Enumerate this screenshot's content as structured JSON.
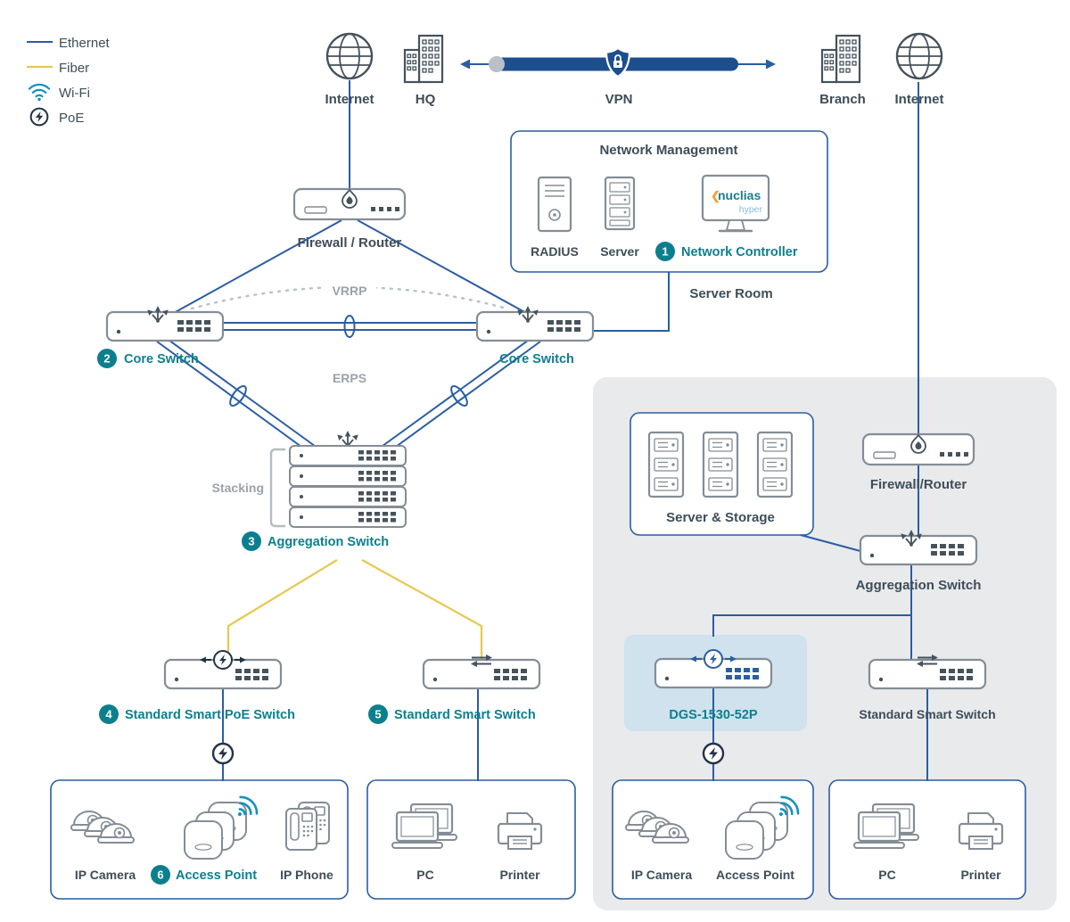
{
  "legend": {
    "ethernet": "Ethernet",
    "fiber": "Fiber",
    "wifi": "Wi-Fi",
    "poe": "PoE"
  },
  "top": {
    "internet_left": "Internet",
    "hq": "HQ",
    "vpn": "VPN",
    "branch": "Branch",
    "internet_right": "Internet"
  },
  "badges": {
    "controller": "1",
    "core": "2",
    "aggregation": "3",
    "poe_switch": "4",
    "smart_switch": "5",
    "access_point": "6"
  },
  "management": {
    "title": "Network Management",
    "radius": "RADIUS",
    "server": "Server",
    "controller": "Network Controller",
    "server_room": "Server Room",
    "logo_mark": "❮",
    "logo": "nuclias",
    "logo_sub": "hyper"
  },
  "hq": {
    "firewall": "Firewall / Router",
    "vrrp": "VRRP",
    "erps": "ERPS",
    "core_left": "Core Switch",
    "core_right": "Core Switch",
    "stacking": "Stacking",
    "aggregation": "Aggregation Switch",
    "poe_switch": "Standard Smart PoE Switch",
    "smart_switch": "Standard Smart Switch",
    "ip_camera": "IP Camera",
    "access_point": "Access Point",
    "ip_phone": "IP Phone",
    "pc": "PC",
    "printer": "Printer"
  },
  "branch": {
    "server_storage": "Server & Storage",
    "firewall": "Firewall/Router",
    "aggregation": "Aggregation Switch",
    "dgs_model": "DGS-1530-52P",
    "smart_switch": "Standard Smart Switch",
    "ip_camera": "IP Camera",
    "access_point": "Access Point",
    "pc": "PC",
    "printer": "Printer"
  },
  "colors": {
    "ethernet_line": "#2a5da4",
    "fiber_line": "#e7c84e",
    "accent_teal": "#0c7f8e",
    "vpn_bar": "#1d4f8f",
    "label_dark": "#3e4d58",
    "label_gray": "#9aa3ab",
    "panel_gray": "#e9eaec",
    "dgs_highlight": "#cfe2ee",
    "device_outline": "#848d95"
  }
}
